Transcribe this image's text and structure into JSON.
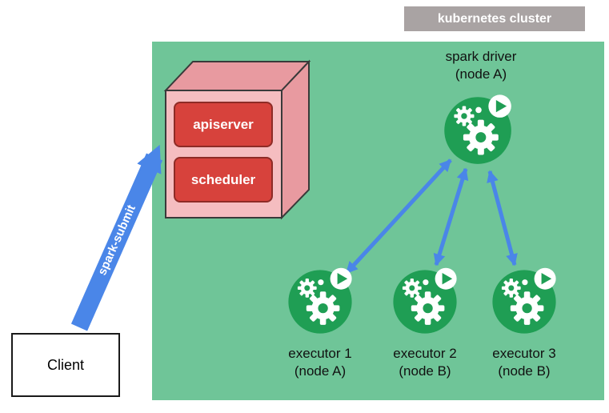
{
  "cluster": {
    "label": "kubernetes cluster"
  },
  "control_plane": {
    "components": [
      {
        "label": "apiserver"
      },
      {
        "label": "scheduler"
      }
    ]
  },
  "driver": {
    "name": "spark driver",
    "node": "(node A)"
  },
  "executors": [
    {
      "name": "executor 1",
      "node": "(node A)"
    },
    {
      "name": "executor 2",
      "node": "(node B)"
    },
    {
      "name": "executor 3",
      "node": "(node B)"
    }
  ],
  "client": {
    "label": "Client"
  },
  "arrows": {
    "spark_submit_label": "spark-submit",
    "driver_executor_style": "double-headed"
  },
  "icons": {
    "pod": "gears-with-play-badge-icon",
    "gear": "gear-icon",
    "play": "play-badge-icon"
  },
  "colors": {
    "cluster_bg": "#6fc598",
    "cluster_label_bg": "#a9a3a3",
    "box_front": "#f5bdc0",
    "box_side": "#e89aa0",
    "component_red": "#d7423c",
    "component_border": "#8e2b26",
    "arrow_blue": "#4a86e8",
    "icon_green": "#1f9e54"
  }
}
